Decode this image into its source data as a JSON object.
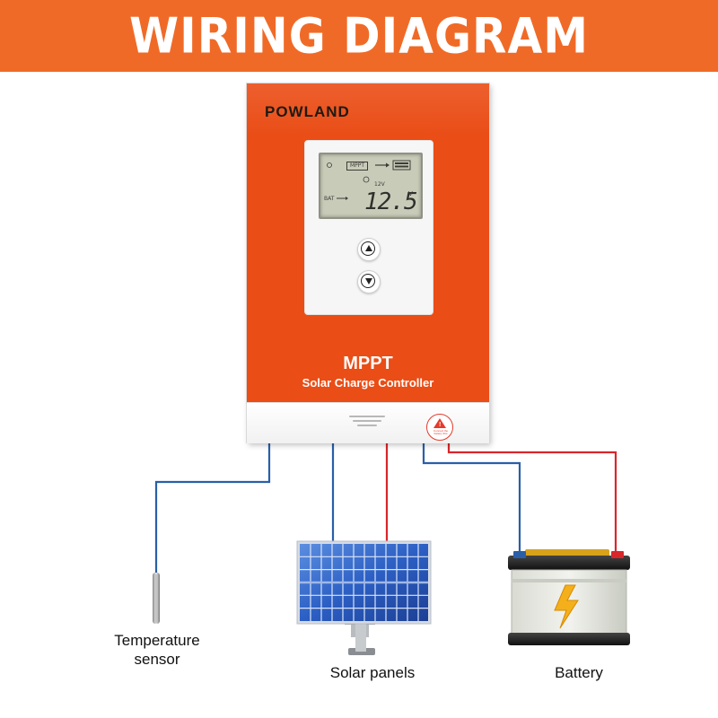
{
  "banner": {
    "title": "WIRING DIAGRAM",
    "color": "#f06a27"
  },
  "controller": {
    "brand": "POWLAND",
    "body_color": "#ea4d16",
    "lcd": {
      "mode_tag": "MPPT",
      "system_voltage": "12V",
      "bat_label": "BAT",
      "voltage_reading": "12.5",
      "unit": "V"
    },
    "buttons": [
      {
        "icon": "up-arrow-icon"
      },
      {
        "icon": "down-arrow-icon"
      }
    ],
    "title": "MPPT",
    "subtitle": "Solar Charge Controller",
    "warning_icon": "warning-triangle-icon",
    "warning_text": "Connect the battery first"
  },
  "components": {
    "temperature_sensor": "Temperature sensor",
    "solar_panels": "Solar panels",
    "battery": "Battery"
  },
  "wire_colors": {
    "positive": "#d9262b",
    "negative": "#2a5fa8"
  }
}
